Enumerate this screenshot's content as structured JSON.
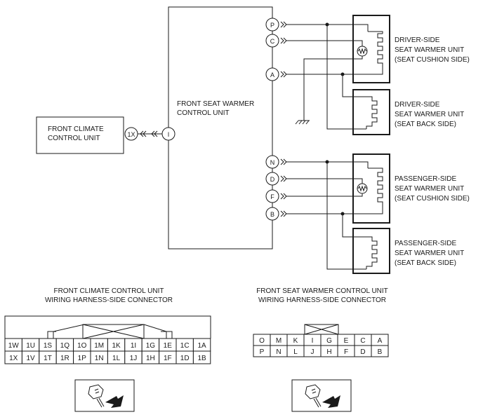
{
  "units": {
    "climate": [
      "FRONT CLIMATE",
      "CONTROL UNIT"
    ],
    "seat_control": [
      "FRONT SEAT WARMER",
      "CONTROL UNIT"
    ],
    "driver_cushion": [
      "DRIVER-SIDE",
      "SEAT WARMER UNIT",
      "(SEAT CUSHION SIDE)"
    ],
    "driver_back": [
      "DRIVER-SIDE",
      "SEAT WARMER UNIT",
      "(SEAT BACK SIDE)"
    ],
    "passenger_cushion": [
      "PASSENGER-SIDE",
      "SEAT WARMER UNIT",
      "(SEAT CUSHION SIDE)"
    ],
    "passenger_back": [
      "PASSENGER-SIDE",
      "SEAT WARMER UNIT",
      "(SEAT BACK SIDE)"
    ]
  },
  "pins": {
    "climate_out": "1X",
    "control_in": "I",
    "P": "P",
    "C": "C",
    "A": "A",
    "N": "N",
    "D": "D",
    "F": "F",
    "B": "B"
  },
  "connectors": {
    "climate_title": [
      "FRONT CLIMATE CONTROL UNIT",
      "WIRING HARNESS-SIDE CONNECTOR"
    ],
    "climate_row1": [
      "1W",
      "1U",
      "1S",
      "1Q",
      "1O",
      "1M",
      "1K",
      "1I",
      "1G",
      "1E",
      "1C",
      "1A"
    ],
    "climate_row2": [
      "1X",
      "1V",
      "1T",
      "1R",
      "1P",
      "1N",
      "1L",
      "1J",
      "1H",
      "1F",
      "1D",
      "1B"
    ],
    "control_title": [
      "FRONT SEAT WARMER CONTROL UNIT",
      "WIRING HARNESS-SIDE CONNECTOR"
    ],
    "control_row1": [
      "O",
      "M",
      "K",
      "I",
      "G",
      "E",
      "C",
      "A"
    ],
    "control_row2": [
      "P",
      "N",
      "L",
      "J",
      "H",
      "F",
      "D",
      "B"
    ]
  }
}
